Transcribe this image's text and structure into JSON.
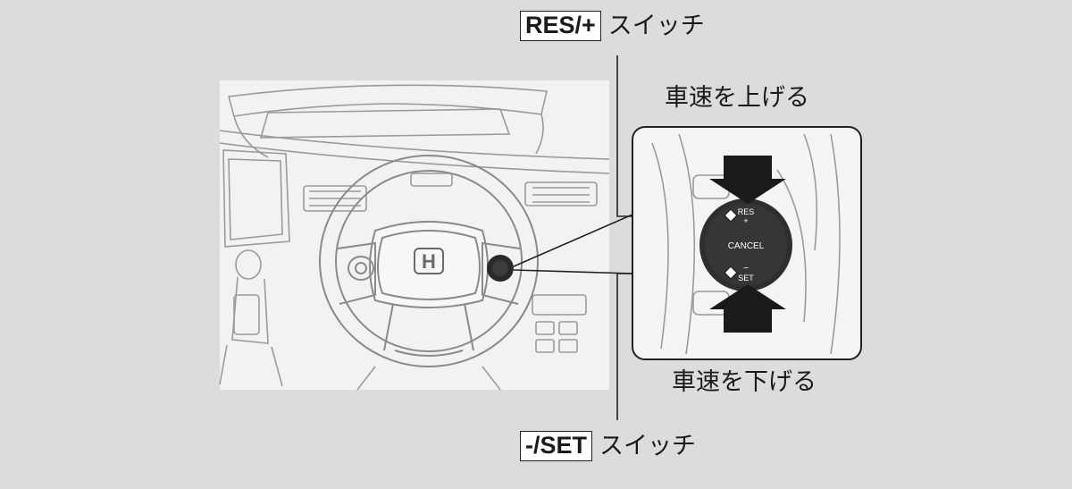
{
  "labels": {
    "res_button": "RES/+",
    "res_suffix": "スイッチ",
    "set_button": "-/SET",
    "set_suffix": "スイッチ",
    "speed_up": "車速を上げる",
    "speed_down": "車速を下げる"
  },
  "control_pad": {
    "res_top": "RES",
    "res_plus": "+",
    "cancel": "CANCEL",
    "set_minus": "−",
    "set": "SET"
  },
  "logo_text": "H",
  "colors": {
    "background": "#dcdcdc",
    "dashboard_panel": "#f2f2f2",
    "line_art": "#9a9a9a",
    "button_dark": "#2a2a2a",
    "arrow": "#1a1a1a"
  }
}
